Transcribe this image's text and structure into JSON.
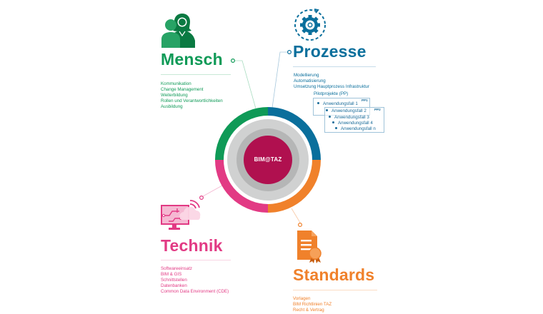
{
  "colors": {
    "mensch": "#0f9a57",
    "prozesse": "#0a6f9c",
    "technik": "#e23a84",
    "standards": "#f0812b",
    "center": "#b0104f",
    "ring_light": "#d0d1d1",
    "ring_mid": "#b5b6b6"
  },
  "center": {
    "label": "BIM@TAZ"
  },
  "quadrants": {
    "mensch": {
      "title": "Mensch",
      "icon": "people-icon",
      "items": [
        "Kommunikation",
        "Change Management",
        "Weiterbildung",
        "Rollen und Verantwortlichkeiten",
        "Ausbildung"
      ]
    },
    "prozesse": {
      "title": "Prozesse",
      "icon": "gear-cycle-icon",
      "items": [
        "Modellierung",
        "Automatisierung",
        "Umsetzung Hauptprozess Infrastruktur"
      ],
      "pilot": {
        "label": "Pilotprojekte (PP)",
        "pp1_tag": "PP1",
        "pp2_tag": "PP2",
        "cases": [
          "Anwendungsfall 1",
          "Anwendungsfall 2",
          "Anwendungsfall 3",
          "Anwendungsfall 4",
          "Anwendungsfall n"
        ]
      }
    },
    "technik": {
      "title": "Technik",
      "icon": "computer-cloud-icon",
      "items": [
        "Softwareeinsatz",
        "BIM & GIS",
        "Schnittstellen",
        "Datenbanken",
        "Common Data Environment (CDE)"
      ]
    },
    "standards": {
      "title": "Standards",
      "icon": "certificate-document-icon",
      "items": [
        "Vorlagen",
        "BIM Richtlinien TAZ",
        "Recht & Vertrag"
      ]
    }
  }
}
